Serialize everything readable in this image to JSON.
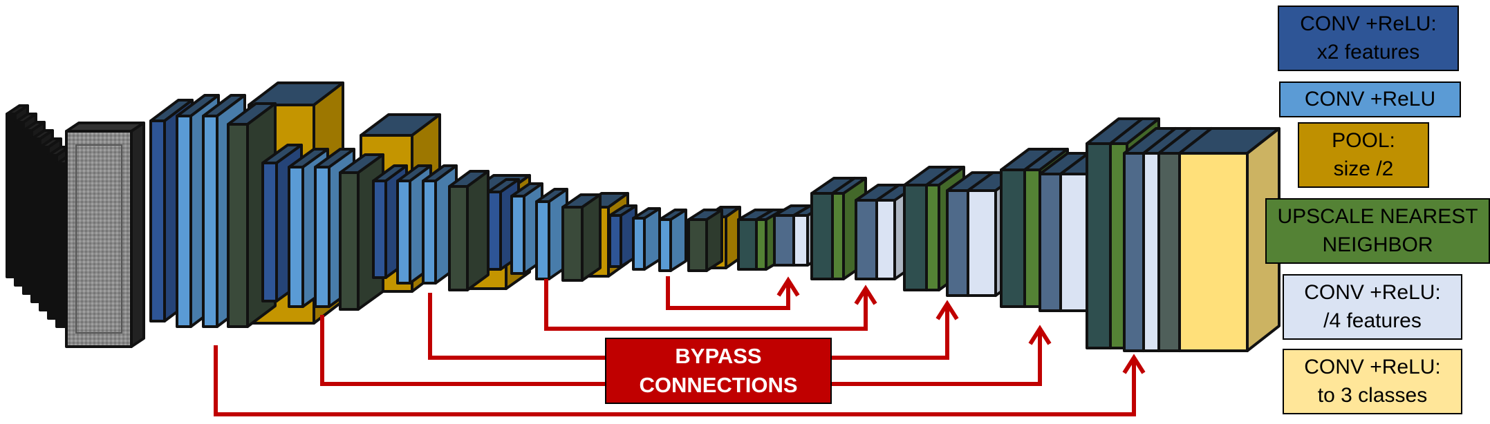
{
  "colors": {
    "conv_x2": "#2e5596",
    "conv": "#5a9bd5",
    "pool": "#c49500",
    "upscale": "#548235",
    "conv_div4": "#dae3f3",
    "conv_classes": "#ffe07a",
    "dark_conv": "#3a4a3a",
    "bypass": "#c00000"
  },
  "legend": [
    {
      "line1": "CONV +ReLU:",
      "line2": "x2 features",
      "bg": "#2e5596",
      "fg": "#000000"
    },
    {
      "line1": "CONV +ReLU",
      "line2": "",
      "bg": "#5b9bd5",
      "fg": "#000000"
    },
    {
      "line1": "POOL:",
      "line2": "size /2",
      "bg": "#bf9000",
      "fg": "#000000"
    },
    {
      "line1": "UPSCALE NEAREST",
      "line2": "NEIGHBOR",
      "bg": "#548235",
      "fg": "#000000"
    },
    {
      "line1": "CONV +ReLU:",
      "line2": "/4 features",
      "bg": "#dae3f3",
      "fg": "#000000"
    },
    {
      "line1": "CONV +ReLU:",
      "line2": "to 3 classes",
      "bg": "#ffe699",
      "fg": "#000000"
    }
  ],
  "bypass_label": {
    "line1": "BYPASS",
    "line2": "CONNECTIONS"
  }
}
